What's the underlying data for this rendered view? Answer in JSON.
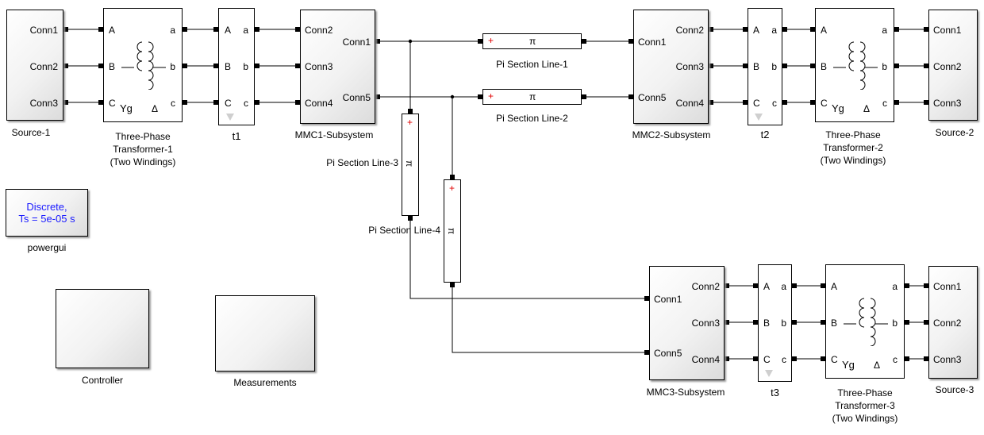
{
  "diagram": {
    "source1": {
      "label": "Source-1",
      "ports": [
        "Conn1",
        "Conn2",
        "Conn3"
      ]
    },
    "source2": {
      "label": "Source-2",
      "ports": [
        "Conn1",
        "Conn2",
        "Conn3"
      ]
    },
    "source3": {
      "label": "Source-3",
      "ports": [
        "Conn1",
        "Conn2",
        "Conn3"
      ]
    },
    "transformer1": {
      "label_line1": "Three-Phase",
      "label_line2": "Transformer-1",
      "label_line3": "(Two Windings)",
      "in_ports": [
        "A",
        "B",
        "C"
      ],
      "out_ports": [
        "a",
        "b",
        "c"
      ],
      "wye": "Yg",
      "delta": "Δ"
    },
    "transformer2": {
      "label_line1": "Three-Phase",
      "label_line2": "Transformer-2",
      "label_line3": "(Two Windings)",
      "in_ports": [
        "A",
        "B",
        "C"
      ],
      "out_ports": [
        "a",
        "b",
        "c"
      ],
      "wye": "Yg",
      "delta": "Δ"
    },
    "transformer3": {
      "label_line1": "Three-Phase",
      "label_line2": "Transformer-3",
      "label_line3": "(Two Windings)",
      "in_ports": [
        "A",
        "B",
        "C"
      ],
      "out_ports": [
        "a",
        "b",
        "c"
      ],
      "wye": "Yg",
      "delta": "Δ"
    },
    "t1": {
      "label": "t1",
      "in_ports": [
        "A",
        "B",
        "C"
      ],
      "out_ports": [
        "a",
        "b",
        "c"
      ]
    },
    "t2": {
      "label": "t2",
      "in_ports": [
        "A",
        "B",
        "C"
      ],
      "out_ports": [
        "a",
        "b",
        "c"
      ]
    },
    "t3": {
      "label": "t3",
      "in_ports": [
        "A",
        "B",
        "C"
      ],
      "out_ports": [
        "a",
        "b",
        "c"
      ]
    },
    "mmc1": {
      "label": "MMC1-Subsystem",
      "left_ports": [
        "Conn2",
        "Conn3",
        "Conn4"
      ],
      "right_ports": [
        "Conn1",
        "Conn5"
      ]
    },
    "mmc2": {
      "label": "MMC2-Subsystem",
      "left_ports": [
        "Conn1",
        "Conn5"
      ],
      "right_ports": [
        "Conn2",
        "Conn3",
        "Conn4"
      ]
    },
    "mmc3": {
      "label": "MMC3-Subsystem",
      "left_ports": [
        "Conn1",
        "Conn5"
      ],
      "right_ports": [
        "Conn2",
        "Conn3",
        "Conn4"
      ]
    },
    "pi1": {
      "label": "Pi Section Line-1",
      "plus": "+",
      "symbol": "π"
    },
    "pi2": {
      "label": "Pi Section Line-2",
      "plus": "+",
      "symbol": "π"
    },
    "pi3": {
      "label": "Pi Section Line-3",
      "plus": "+",
      "symbol": "π"
    },
    "pi4": {
      "label": "Pi Section Line-4",
      "plus": "+",
      "symbol": "π"
    },
    "powergui": {
      "label": "powergui",
      "line1": "Discrete,",
      "line2": "Ts = 5e-05 s"
    },
    "controller": {
      "label": "Controller"
    },
    "measurements": {
      "label": "Measurements"
    }
  }
}
